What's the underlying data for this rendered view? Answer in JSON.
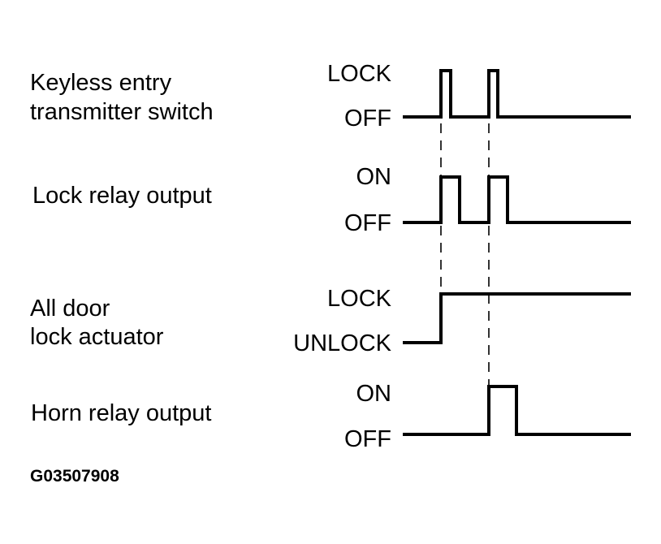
{
  "signals": [
    {
      "label_lines": [
        "Keyless entry",
        "transmitter switch"
      ],
      "high_state": "LOCK",
      "low_state": "OFF"
    },
    {
      "label_lines": [
        "Lock relay output"
      ],
      "high_state": "ON",
      "low_state": "OFF"
    },
    {
      "label_lines": [
        "All door",
        "lock actuator"
      ],
      "high_state": "LOCK",
      "low_state": "UNLOCK"
    },
    {
      "label_lines": [
        "Horn relay output"
      ],
      "high_state": "ON",
      "low_state": "OFF"
    }
  ],
  "figure_code": "G03507908"
}
